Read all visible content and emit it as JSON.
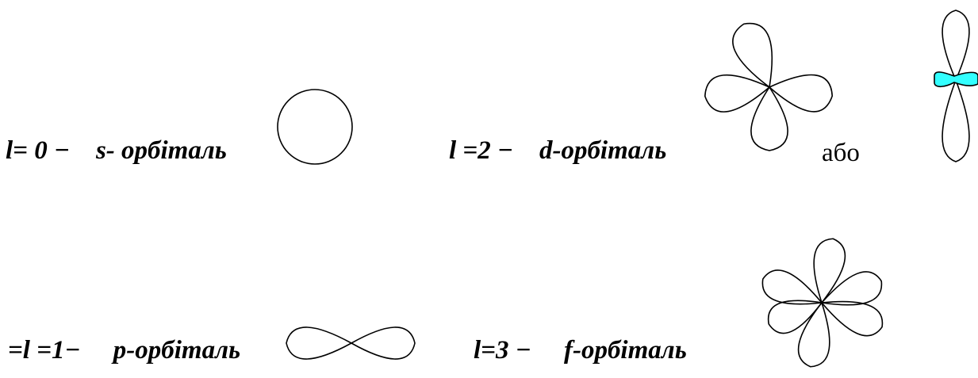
{
  "orbitals": {
    "s": {
      "label": "l= 0 −    s- орбіталь",
      "shape_icon": "sphere-orbital"
    },
    "d": {
      "label": "l =2 −    d-орбіталь",
      "shape_icon": "four-lobe-orbital",
      "alt_icon": "dz2-orbital"
    },
    "p": {
      "label": "=l =1−     p-орбіталь",
      "shape_icon": "figure-eight-orbital"
    },
    "f": {
      "label": "l=3 −     f-орбіталь",
      "shape_icon": "six-lobe-orbital"
    }
  },
  "or_word": "або",
  "colors": {
    "accent": "#33ffff"
  }
}
